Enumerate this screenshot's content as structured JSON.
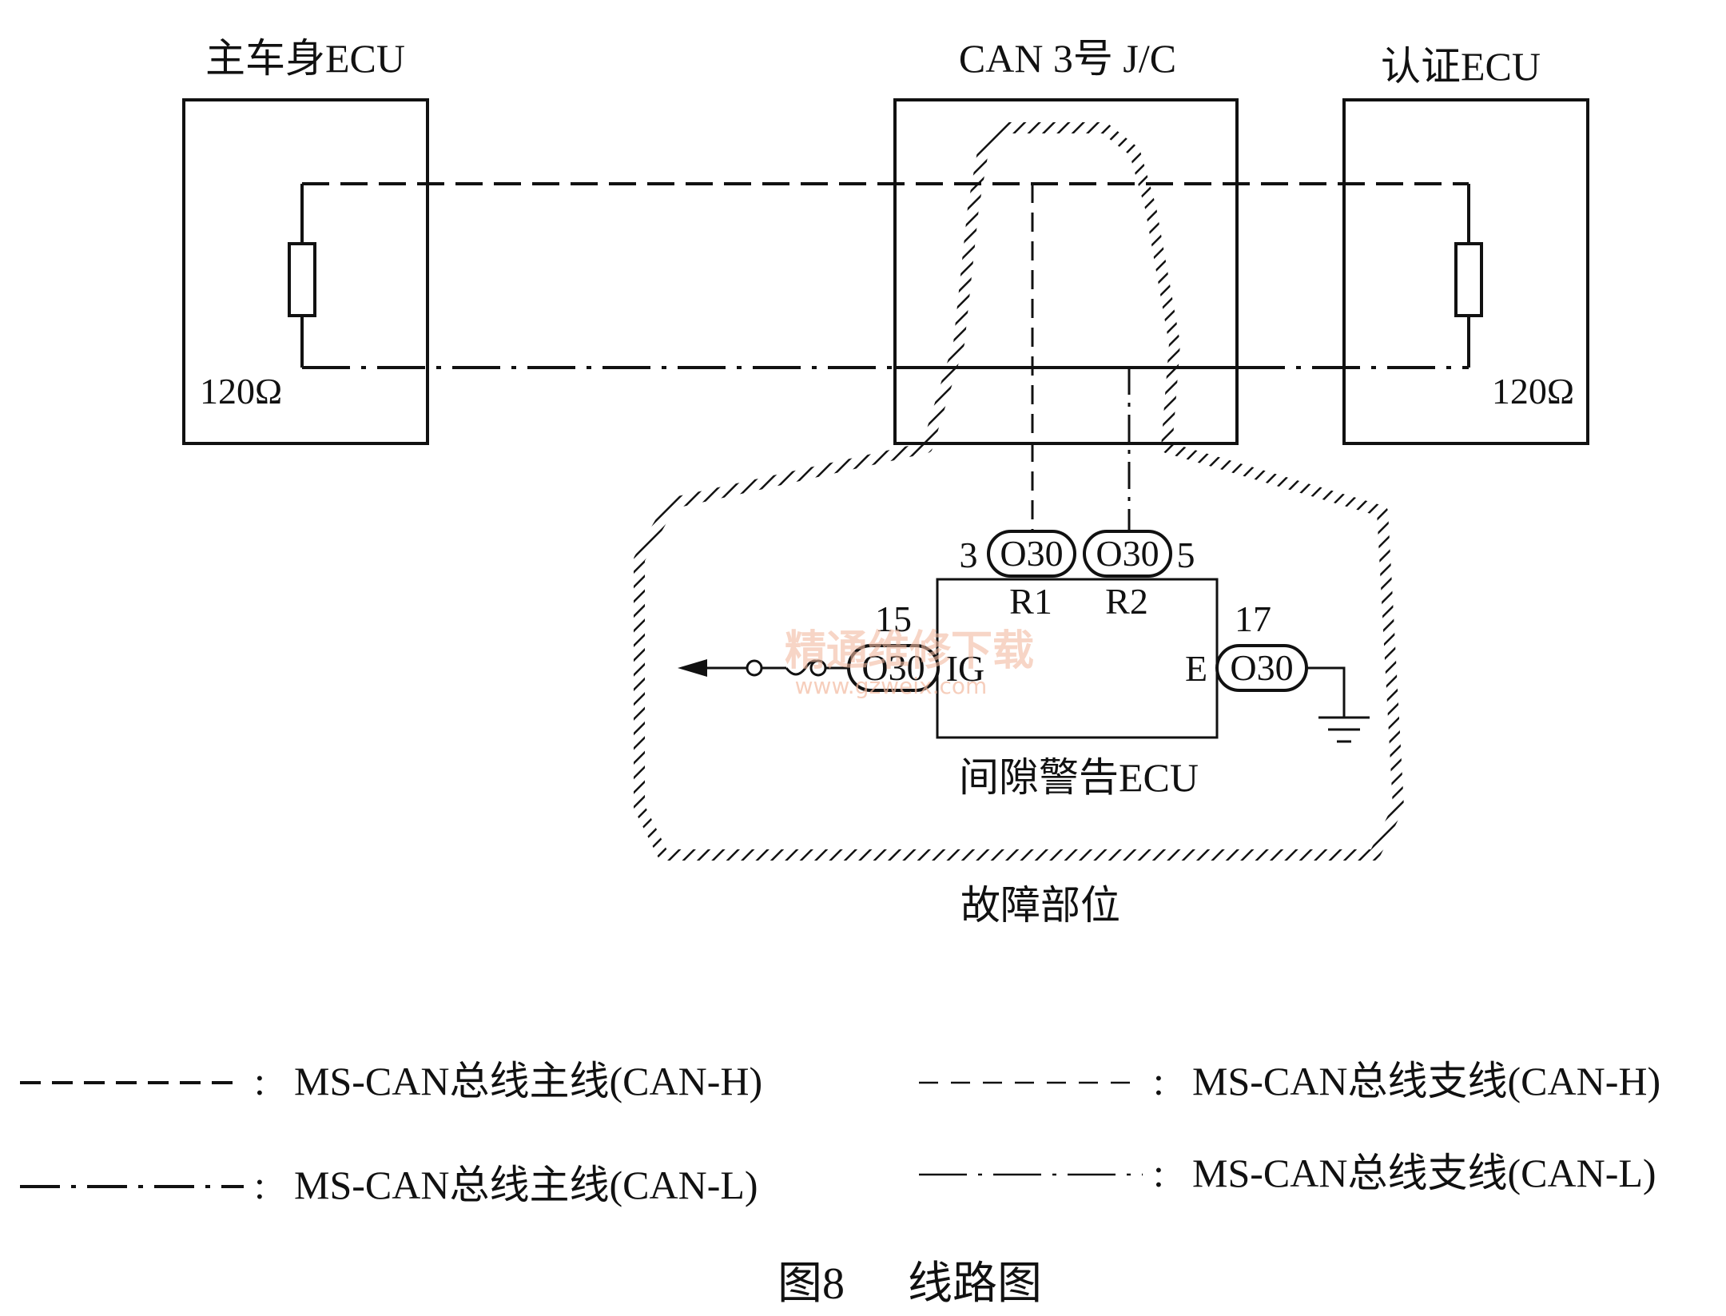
{
  "diagram": {
    "ecu_main_body": {
      "title": "主车身ECU",
      "resistor": "120Ω"
    },
    "junction": {
      "title": "CAN 3号 J/C"
    },
    "ecu_auth": {
      "title": "认证ECU",
      "resistor": "120Ω"
    },
    "gap_warning_ecu": {
      "title": "间隙警告ECU",
      "connector": "O30",
      "pins": [
        {
          "number": "3",
          "terminal": "R1"
        },
        {
          "number": "5",
          "terminal": "R2"
        },
        {
          "number": "15",
          "terminal": "IG"
        },
        {
          "number": "17",
          "terminal": "E"
        }
      ]
    },
    "fault_area_label": "故障部位",
    "watermark": {
      "line1": "精通维修下载",
      "line2": "www.gzweix.com"
    }
  },
  "legend": [
    {
      "style": "dashed",
      "text": "MS-CAN总线主线(CAN-H)"
    },
    {
      "style": "dash-dot",
      "text": "MS-CAN总线主线(CAN-L)"
    },
    {
      "style": "dashed-thin",
      "text": "MS-CAN总线支线(CAN-H)"
    },
    {
      "style": "dash-dot-thin",
      "text": "MS-CAN总线支线(CAN-L)"
    }
  ],
  "caption": {
    "figure": "图8",
    "title": "线路图"
  }
}
